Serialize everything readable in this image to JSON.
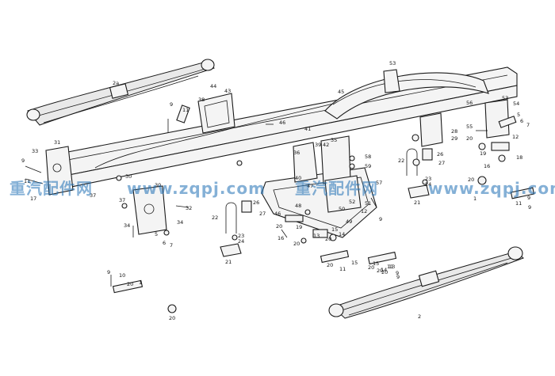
{
  "watermark": {
    "segments": [
      "重汽配件网",
      "www.zqpj.com",
      "重汽配件网",
      "www.zqpj.com"
    ],
    "color": "#1f6fb5"
  },
  "callouts": [
    {
      "id": "c2a",
      "text": "2a"
    },
    {
      "id": "c9a",
      "text": "9"
    },
    {
      "id": "c11a",
      "text": "11"
    },
    {
      "id": "c44",
      "text": "44"
    },
    {
      "id": "c43",
      "text": "43"
    },
    {
      "id": "c38",
      "text": "38"
    },
    {
      "id": "c46",
      "text": "46"
    },
    {
      "id": "c41",
      "text": "41"
    },
    {
      "id": "c45",
      "text": "45"
    },
    {
      "id": "c53a",
      "text": "53"
    },
    {
      "id": "c53b",
      "text": "53"
    },
    {
      "id": "c54",
      "text": "54"
    },
    {
      "id": "c56",
      "text": "56"
    },
    {
      "id": "c5a",
      "text": "5"
    },
    {
      "id": "c6a",
      "text": "6"
    },
    {
      "id": "c7a",
      "text": "7"
    },
    {
      "id": "c28a",
      "text": "28"
    },
    {
      "id": "c29a",
      "text": "29"
    },
    {
      "id": "c55",
      "text": "55"
    },
    {
      "id": "c12a",
      "text": "12"
    },
    {
      "id": "c20a",
      "text": "20"
    },
    {
      "id": "c19a",
      "text": "19"
    },
    {
      "id": "c18a",
      "text": "18"
    },
    {
      "id": "c33",
      "text": "33"
    },
    {
      "id": "c31",
      "text": "31"
    },
    {
      "id": "c9b",
      "text": "9"
    },
    {
      "id": "c11b",
      "text": "11"
    },
    {
      "id": "c17",
      "text": "17"
    },
    {
      "id": "c37a",
      "text": "37"
    },
    {
      "id": "c30a",
      "text": "30"
    },
    {
      "id": "c30b",
      "text": "30"
    },
    {
      "id": "c37b",
      "text": "37"
    },
    {
      "id": "c32",
      "text": "32"
    },
    {
      "id": "c34a",
      "text": "34"
    },
    {
      "id": "c34b",
      "text": "34"
    },
    {
      "id": "c5b",
      "text": "5"
    },
    {
      "id": "c6b",
      "text": "6"
    },
    {
      "id": "c7b",
      "text": "7"
    },
    {
      "id": "c22a",
      "text": "22"
    },
    {
      "id": "c23a",
      "text": "23"
    },
    {
      "id": "c24a",
      "text": "24"
    },
    {
      "id": "c21a",
      "text": "21"
    },
    {
      "id": "c22b",
      "text": "22"
    },
    {
      "id": "c23b",
      "text": "23"
    },
    {
      "id": "c24b",
      "text": "24"
    },
    {
      "id": "c21b",
      "text": "21"
    },
    {
      "id": "c26a",
      "text": "26"
    },
    {
      "id": "c27a",
      "text": "27"
    },
    {
      "id": "c26b",
      "text": "26"
    },
    {
      "id": "c27b",
      "text": "27"
    },
    {
      "id": "c36",
      "text": "36"
    },
    {
      "id": "c39",
      "text": "39"
    },
    {
      "id": "c42",
      "text": "42"
    },
    {
      "id": "c35",
      "text": "35"
    },
    {
      "id": "c40",
      "text": "40"
    },
    {
      "id": "c58",
      "text": "58"
    },
    {
      "id": "c59",
      "text": "59"
    },
    {
      "id": "c50",
      "text": "50"
    },
    {
      "id": "c49",
      "text": "49"
    },
    {
      "id": "c57",
      "text": "57"
    },
    {
      "id": "c52",
      "text": "52"
    },
    {
      "id": "c51",
      "text": "51"
    },
    {
      "id": "c12b",
      "text": "12"
    },
    {
      "id": "c9c",
      "text": "9"
    },
    {
      "id": "c46b",
      "text": "46"
    },
    {
      "id": "c48",
      "text": "48"
    },
    {
      "id": "c47",
      "text": "47"
    },
    {
      "id": "c16a",
      "text": "16"
    },
    {
      "id": "c19b",
      "text": "19"
    },
    {
      "id": "c20b",
      "text": "20"
    },
    {
      "id": "c20c",
      "text": "20"
    },
    {
      "id": "c15a",
      "text": "15"
    },
    {
      "id": "c14a",
      "text": "14"
    },
    {
      "id": "c13a",
      "text": "13"
    },
    {
      "id": "c11c",
      "text": "11"
    },
    {
      "id": "c20d",
      "text": "20"
    },
    {
      "id": "c15b",
      "text": "15"
    },
    {
      "id": "c20e",
      "text": "20"
    },
    {
      "id": "c1a",
      "text": "1"
    },
    {
      "id": "c9d",
      "text": "9"
    },
    {
      "id": "c20f",
      "text": "20"
    },
    {
      "id": "c11d",
      "text": "11"
    },
    {
      "id": "c9e",
      "text": "9"
    },
    {
      "id": "c16b",
      "text": "16"
    },
    {
      "id": "c20g",
      "text": "20"
    },
    {
      "id": "c15c",
      "text": "15"
    },
    {
      "id": "c14b",
      "text": "14"
    },
    {
      "id": "c13b",
      "text": "13"
    },
    {
      "id": "c20h",
      "text": "20"
    },
    {
      "id": "c9f",
      "text": "9"
    },
    {
      "id": "c10",
      "text": "10"
    },
    {
      "id": "c20i",
      "text": "20"
    },
    {
      "id": "c1b",
      "text": "1"
    },
    {
      "id": "c20j",
      "text": "20"
    },
    {
      "id": "c2",
      "text": "2"
    },
    {
      "id": "c9g",
      "text": "9"
    },
    {
      "id": "c20k",
      "text": "20"
    },
    {
      "id": "c11e",
      "text": "11"
    },
    {
      "id": "c9h",
      "text": "9"
    }
  ]
}
